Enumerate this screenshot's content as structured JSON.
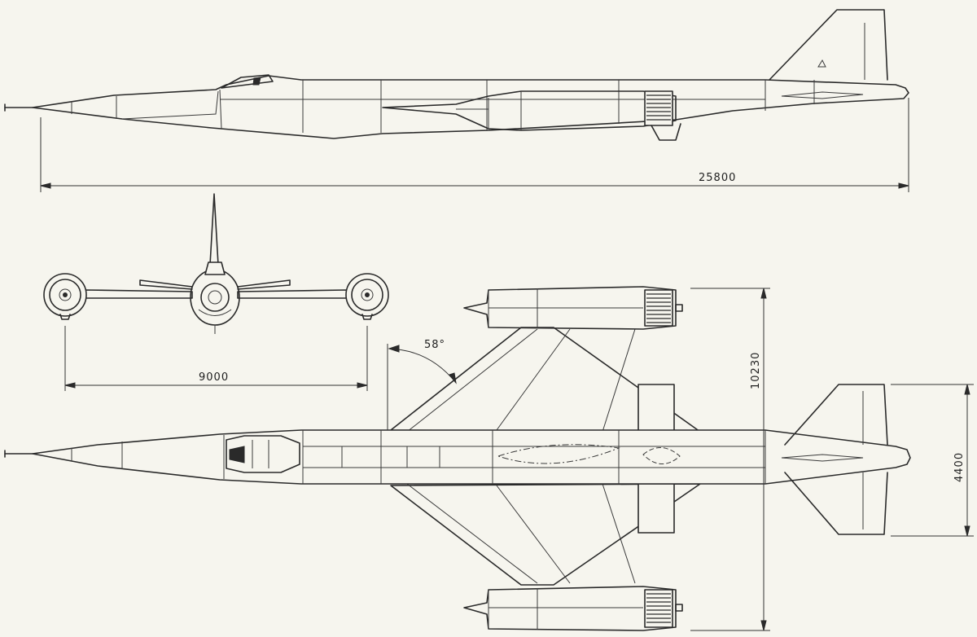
{
  "dimensions": {
    "overall_length": "25800",
    "engine_spacing": "9000",
    "wing_span": "10230",
    "tail_span": "4400",
    "sweep_angle": "58°"
  },
  "colors": {
    "paper": "#f6f5ee",
    "ink": "#2a2a2a"
  }
}
